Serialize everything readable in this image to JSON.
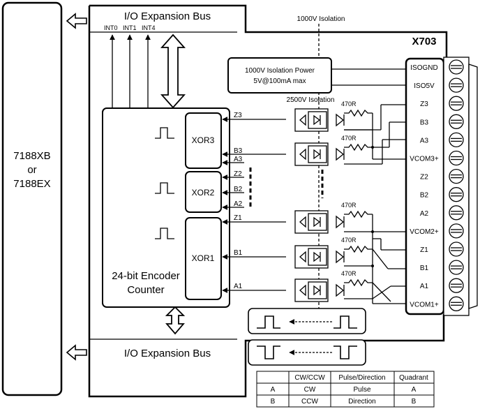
{
  "host": {
    "line1": "7188XB",
    "line2": "or",
    "line3": "7188EX"
  },
  "bus_top": "I/O Expansion Bus",
  "bus_bottom": "I/O Expansion Bus",
  "interrupts": [
    "INT0",
    "INT1",
    "INT4"
  ],
  "isolation_1000": "1000V Isolation",
  "isolation_2500": "2500V Isolation",
  "power": {
    "line1": "1000V Isolation Power",
    "line2": "5V@100mA max"
  },
  "connector": {
    "title": "X703",
    "pins": [
      "ISOGND",
      "ISO5V",
      "Z3",
      "B3",
      "A3",
      "VCOM3+",
      "Z2",
      "B2",
      "A2",
      "VCOM2+",
      "Z1",
      "B1",
      "A1",
      "VCOM1+"
    ]
  },
  "resistor": "470R",
  "counter": {
    "line1": "24-bit Encoder",
    "line2": "Counter"
  },
  "xor": [
    "XOR3",
    "XOR2",
    "XOR1"
  ],
  "signals": {
    "z3": "Z3",
    "b3": "B3",
    "a3": "A3",
    "z2": "Z2",
    "b2": "B2",
    "a2": "A2",
    "z1": "Z1",
    "b1": "B1",
    "a1": "A1"
  },
  "table": {
    "headers": [
      "",
      "CW/CCW",
      "Pulse/Direction",
      "Quadrant"
    ],
    "rows": [
      [
        "A",
        "CW",
        "Pulse",
        "A"
      ],
      [
        "B",
        "CCW",
        "Direction",
        "B"
      ]
    ]
  }
}
